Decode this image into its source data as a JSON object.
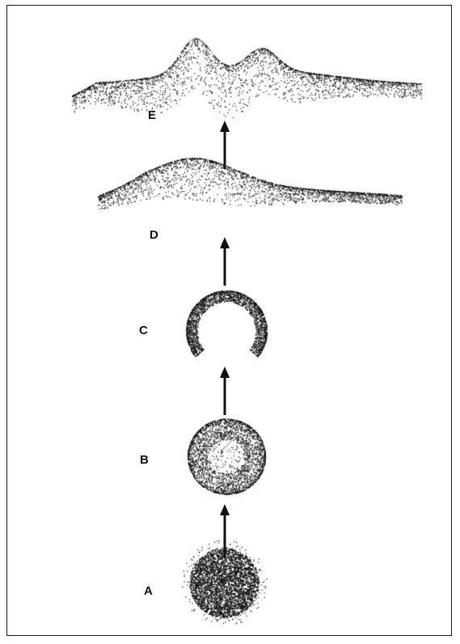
{
  "colors": {
    "ink": "#111111",
    "background": "#ffffff",
    "frame": "#1a1a1a"
  },
  "stages": [
    {
      "label": "A",
      "shape": "dense-filled-disc"
    },
    {
      "label": "B",
      "shape": "hollow-sphere"
    },
    {
      "label": "C",
      "shape": "open-cup"
    },
    {
      "label": "D",
      "shape": "single-mound"
    },
    {
      "label": "E",
      "shape": "multi-peaked-mound"
    }
  ]
}
